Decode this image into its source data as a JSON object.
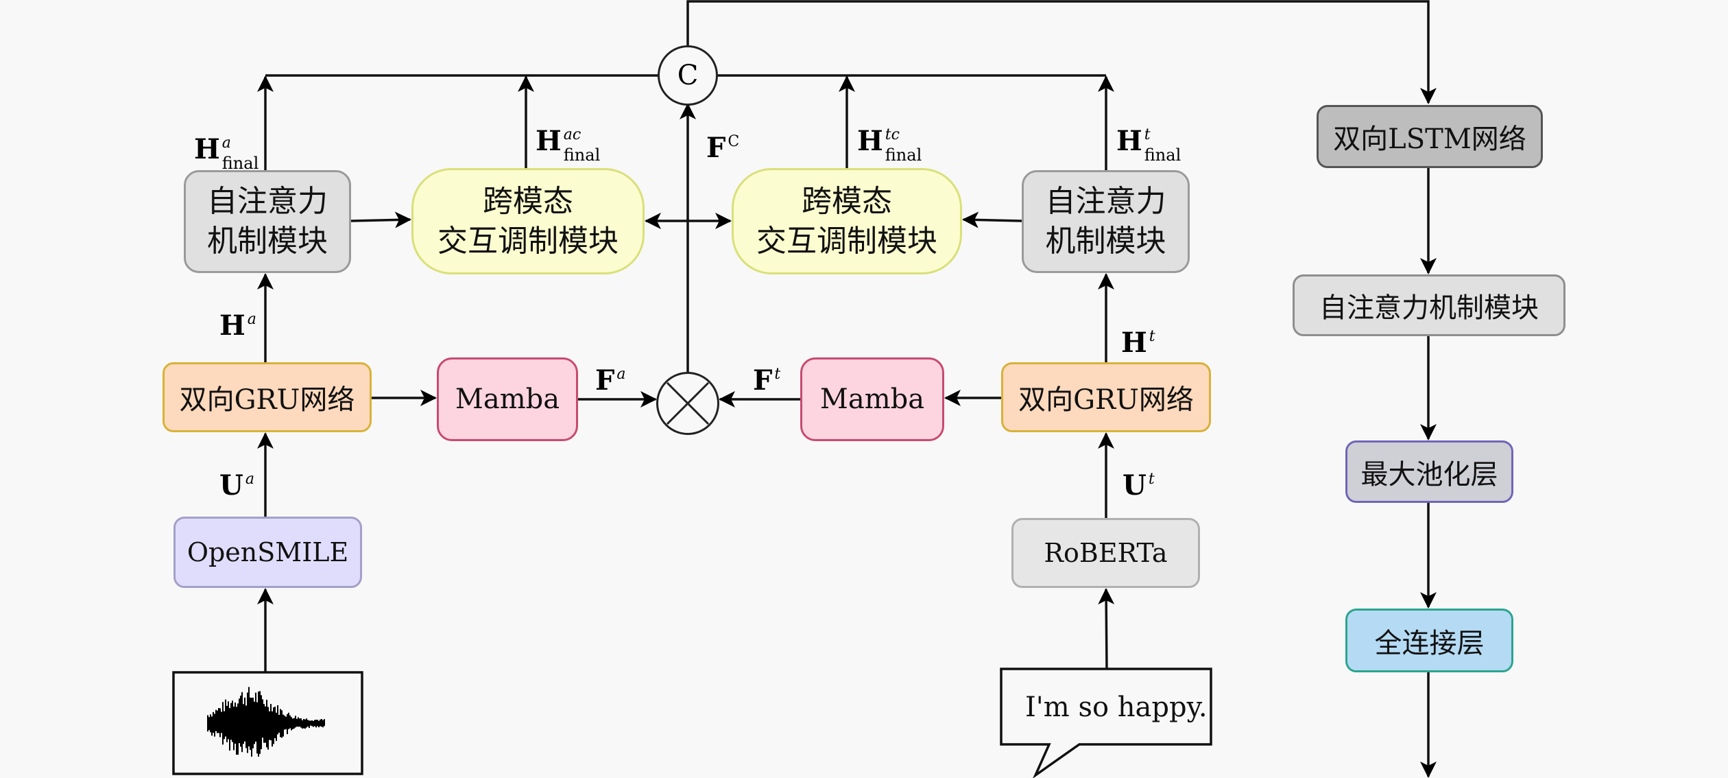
{
  "diagram": {
    "type": "multimodal-architecture",
    "audio_branch": {
      "input_icon": "waveform-icon",
      "feature_extractor": "OpenSMILE",
      "feature_label": {
        "base": "U",
        "sup": "a"
      },
      "encoder": "双向GRU网络",
      "encoder_output_label": {
        "base": "H",
        "sup": "a"
      },
      "mamba": "Mamba",
      "mamba_output_label": {
        "base": "F",
        "sup": "a"
      },
      "self_attention": [
        "自注意力",
        "机制模块"
      ],
      "self_attention_output_label": {
        "base": "H",
        "sup": "a",
        "sub": "final"
      },
      "cross_modal": [
        "跨模态",
        "交互调制模块"
      ],
      "cross_modal_output_label": {
        "base": "H",
        "sup": "ac",
        "sub": "final"
      }
    },
    "text_branch": {
      "input_text": "I'm so happy.",
      "feature_extractor": "RoBERTa",
      "feature_label": {
        "base": "U",
        "sup": "t"
      },
      "encoder": "双向GRU网络",
      "encoder_output_label": {
        "base": "H",
        "sup": "t"
      },
      "mamba": "Mamba",
      "mamba_output_label": {
        "base": "F",
        "sup": "t"
      },
      "self_attention": [
        "自注意力",
        "机制模块"
      ],
      "self_attention_output_label": {
        "base": "H",
        "sup": "t",
        "sub": "final"
      },
      "cross_modal": [
        "跨模态",
        "交互调制模块"
      ],
      "cross_modal_output_label": {
        "base": "H",
        "sup": "tc",
        "sub": "final"
      }
    },
    "fusion": {
      "multiply_symbol": "⊗",
      "fused_label": {
        "base": "F",
        "sup": "C"
      },
      "concat_symbol": "C"
    },
    "classifier": {
      "steps": [
        "双向LSTM网络",
        "自注意力机制模块",
        "最大池化层",
        "全连接层"
      ]
    }
  }
}
